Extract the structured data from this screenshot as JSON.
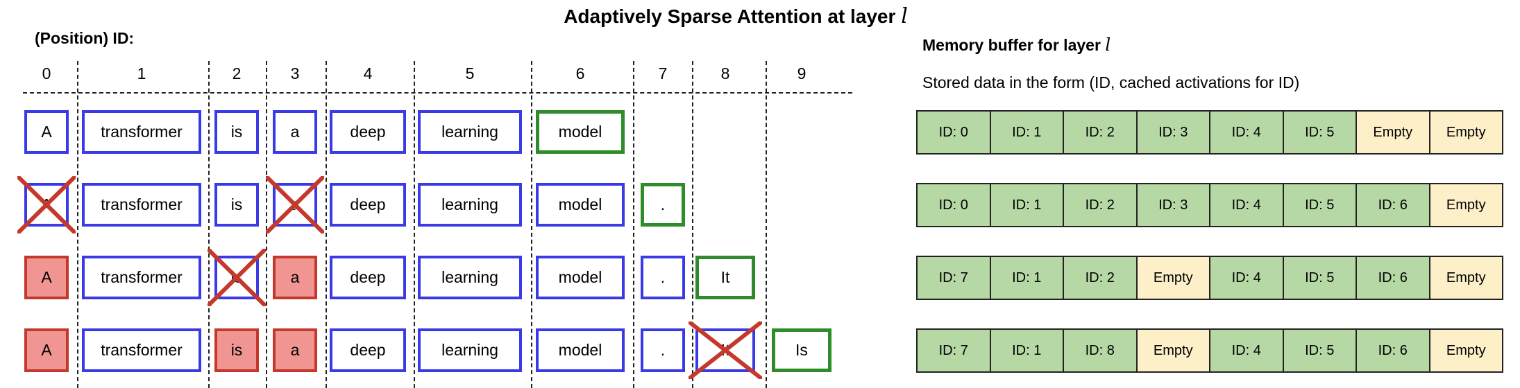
{
  "title": {
    "text": "Adaptively Sparse Attention at layer ",
    "layer_var": "l"
  },
  "position_label": "(Position) ID:",
  "columns": [
    "0",
    "1",
    "2",
    "3",
    "4",
    "5",
    "6",
    "7",
    "8",
    "9"
  ],
  "token_rows": [
    [
      {
        "text": "A",
        "state": "kept"
      },
      {
        "text": "transformer",
        "state": "kept"
      },
      {
        "text": "is",
        "state": "kept"
      },
      {
        "text": "a",
        "state": "kept"
      },
      {
        "text": "deep",
        "state": "kept"
      },
      {
        "text": "learning",
        "state": "kept"
      },
      {
        "text": "model",
        "state": "new"
      }
    ],
    [
      {
        "text": "A",
        "state": "dropped"
      },
      {
        "text": "transformer",
        "state": "kept"
      },
      {
        "text": "is",
        "state": "kept"
      },
      {
        "text": "a",
        "state": "dropped"
      },
      {
        "text": "deep",
        "state": "kept"
      },
      {
        "text": "learning",
        "state": "kept"
      },
      {
        "text": "model",
        "state": "kept"
      },
      {
        "text": ".",
        "state": "new"
      }
    ],
    [
      {
        "text": "A",
        "state": "evicted"
      },
      {
        "text": "transformer",
        "state": "kept"
      },
      {
        "text": "is",
        "state": "dropped"
      },
      {
        "text": "a",
        "state": "evicted"
      },
      {
        "text": "deep",
        "state": "kept"
      },
      {
        "text": "learning",
        "state": "kept"
      },
      {
        "text": "model",
        "state": "kept"
      },
      {
        "text": ".",
        "state": "kept"
      },
      {
        "text": "It",
        "state": "new"
      }
    ],
    [
      {
        "text": "A",
        "state": "evicted"
      },
      {
        "text": "transformer",
        "state": "kept"
      },
      {
        "text": "is",
        "state": "evicted"
      },
      {
        "text": "a",
        "state": "evicted"
      },
      {
        "text": "deep",
        "state": "kept"
      },
      {
        "text": "learning",
        "state": "kept"
      },
      {
        "text": "model",
        "state": "kept"
      },
      {
        "text": ".",
        "state": "kept"
      },
      {
        "text": "It",
        "state": "dropped"
      },
      {
        "text": "Is",
        "state": "new"
      }
    ]
  ],
  "memory": {
    "title": "Memory buffer for layer ",
    "layer_var": "l",
    "subtitle": "Stored data in the form (ID, cached activations for ID)",
    "rows": [
      [
        "ID: 0",
        "ID: 1",
        "ID: 2",
        "ID: 3",
        "ID: 4",
        "ID: 5",
        "Empty",
        "Empty"
      ],
      [
        "ID: 0",
        "ID: 1",
        "ID: 2",
        "ID: 3",
        "ID: 4",
        "ID: 5",
        "ID: 6",
        "Empty"
      ],
      [
        "ID: 7",
        "ID: 1",
        "ID: 2",
        "Empty",
        "ID: 4",
        "ID: 5",
        "ID: 6",
        "Empty"
      ],
      [
        "ID: 7",
        "ID: 1",
        "ID: 8",
        "Empty",
        "ID: 4",
        "ID: 5",
        "ID: 6",
        "Empty"
      ]
    ]
  },
  "colors": {
    "kept_border": "#3a3ae6",
    "new_border": "#2f8c2a",
    "evicted_fill": "#f19592",
    "evicted_border": "#c4392c",
    "cross": "#c4392c",
    "memory_filled": "#b6d8a5",
    "memory_empty": "#fdf0c9"
  }
}
